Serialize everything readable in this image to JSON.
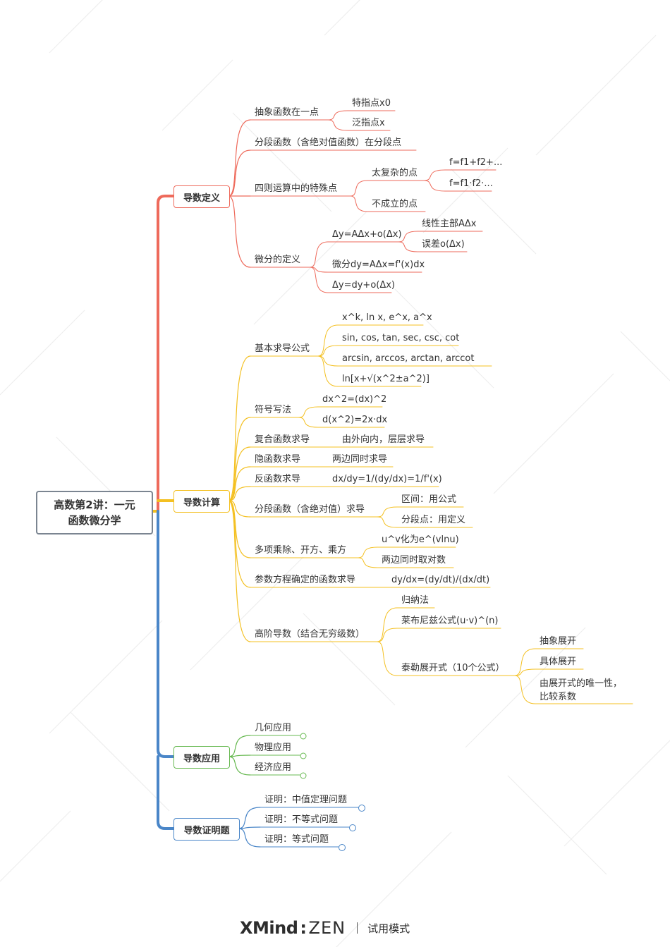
{
  "root": {
    "line1": "高数第2讲：一元",
    "line2": "函数微分学"
  },
  "branches": {
    "def": {
      "label": "导数定义",
      "color": "#ee6a5b"
    },
    "calc": {
      "label": "导数计算",
      "color": "#f4c021"
    },
    "app": {
      "label": "导数应用",
      "color": "#67b951"
    },
    "proof": {
      "label": "导数证明题",
      "color": "#4a86c8"
    }
  },
  "trunk_lower_color": "#4a86c8",
  "def": {
    "abstract": "抽象函数在一点",
    "specific": "特指点x0",
    "general": "泛指点x",
    "piecewise": "分段函数（含绝对值函数）在分段点",
    "arith": "四则运算中的特殊点",
    "complex": "太复杂的点",
    "sum": "f=f1+f2+...",
    "prod": "f=f1·f2·...",
    "invalid": "不成立的点",
    "diff": "微分的定义",
    "dy1": "Δy=AΔx+o(Δx)",
    "linear": "线性主部AΔx",
    "error": "误差o(Δx)",
    "dy2": "微分dy=AΔx=f'(x)dx",
    "dy3": "Δy=dy+o(Δx)"
  },
  "calc": {
    "basic": "基本求导公式",
    "b1": "x^k, ln x, e^x, a^x",
    "b2": "sin, cos, tan, sec, csc, cot",
    "b3": "arcsin, arccos, arctan, arccot",
    "b4": "ln[x+√(x^2±a^2)]",
    "notation": "符号写法",
    "n1": "dx^2=(dx)^2",
    "n2": "d(x^2)=2x·dx",
    "composite": "复合函数求导",
    "composite_d": "由外向内，层层求导",
    "implicit": "隐函数求导",
    "implicit_d": "两边同时求导",
    "inverse": "反函数求导",
    "inverse_d": "dx/dy=1/(dy/dx)=1/f'(x)",
    "piece": "分段函数（含绝对值）求导",
    "piece1": "区间：用公式",
    "piece2": "分段点：用定义",
    "multi": "多项乘除、开方、乘方",
    "multi1": "u^v化为e^(vlnu)",
    "multi2": "两边同时取对数",
    "param": "参数方程确定的函数求导",
    "param_d": "dy/dx=(dy/dt)/(dx/dt)",
    "higher": "高阶导数（结合无穷级数）",
    "h1": "归纳法",
    "h2": "莱布尼兹公式(u·v)^(n)",
    "h3": "泰勒展开式（10个公式）",
    "t1": "抽象展开",
    "t2": "具体展开",
    "t3": "由展开式的唯一性，比较系数"
  },
  "app": {
    "a1": "几何应用",
    "a2": "物理应用",
    "a3": "经济应用"
  },
  "proof": {
    "p1": "证明：中值定理问题",
    "p2": "证明：不等式问题",
    "p3": "证明：等式问题"
  },
  "footer": {
    "brand": "XMind",
    "edition": "ZEN",
    "mode": "试用模式"
  }
}
